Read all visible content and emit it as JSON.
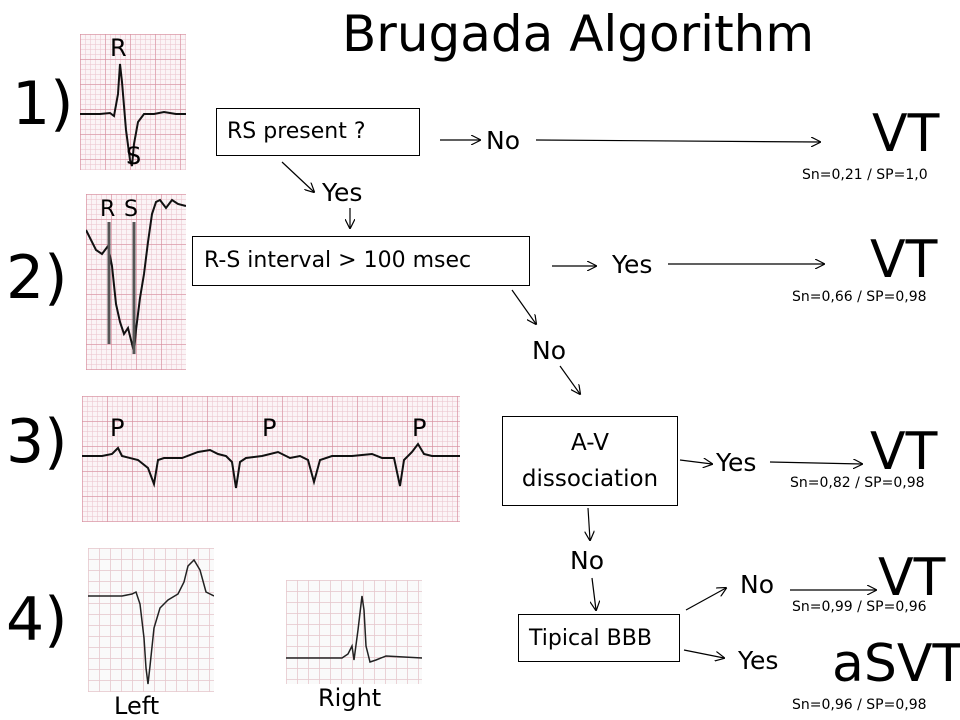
{
  "title": "Brugada Algorithm",
  "steps": [
    "1)",
    "2)",
    "3)",
    "4)"
  ],
  "ecg_labels": {
    "s1_r": "R",
    "s1_s": "S",
    "s2_r": "R",
    "s2_s": "S",
    "s3_p1": "P",
    "s3_p2": "P",
    "s3_p3": "P",
    "s4_left": "Left",
    "s4_right": "Right"
  },
  "boxes": {
    "rs_present": "RS present ?",
    "rs_interval": "R-S interval > 100 msec",
    "av_line1": "A-V",
    "av_line2": "dissociation",
    "bbb": "Tipical BBB"
  },
  "branch_labels": {
    "q1_no": "No",
    "q1_yes": "Yes",
    "q2_yes": "Yes",
    "q2_no": "No",
    "q3_yes": "Yes",
    "q3_no": "No",
    "q4_no": "No",
    "q4_yes": "Yes"
  },
  "outcomes": [
    {
      "label": "VT",
      "stats": "Sn=0,21 / SP=1,0"
    },
    {
      "label": "VT",
      "stats": "Sn=0,66 / SP=0,98"
    },
    {
      "label": "VT",
      "stats": "Sn=0,82 / SP=0,98"
    },
    {
      "label": "VT",
      "stats": "Sn=0,99 / SP=0,96"
    },
    {
      "label": "aSVT",
      "stats": "Sn=0,96 / SP=0,98"
    }
  ]
}
